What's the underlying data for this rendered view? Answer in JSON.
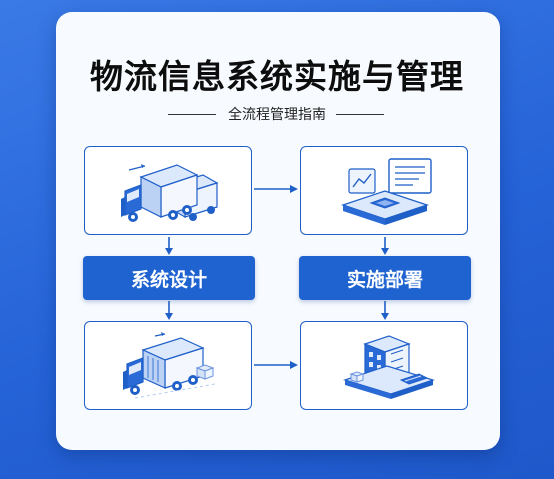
{
  "title": "物流信息系统实施与管理",
  "subtitle": "全流程管理指南",
  "steps": [
    {
      "label": "系统设计"
    },
    {
      "label": "实施部署"
    }
  ],
  "colors": {
    "accent": "#1f63d0",
    "background": "#2f6fdc",
    "card": "#f7faff"
  },
  "icons": [
    "delivery-trucks-icon",
    "computer-workstation-icon",
    "cargo-truck-icon",
    "warehouse-building-icon"
  ]
}
